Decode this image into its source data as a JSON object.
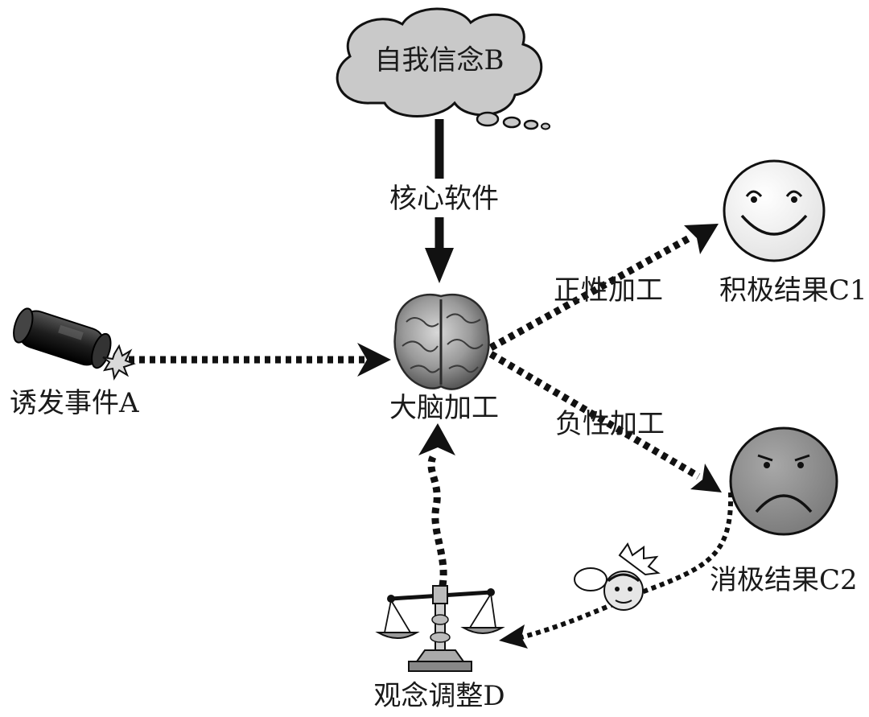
{
  "nodes": {
    "belief": {
      "label": "自我信念B"
    },
    "trigger": {
      "label": "诱发事件A"
    },
    "brain": {
      "label": "大脑加工"
    },
    "positive_result": {
      "label": "积极结果C1"
    },
    "negative_result": {
      "label": "消极结果C2"
    },
    "adjust": {
      "label": "观念调整D"
    }
  },
  "edges": {
    "core_software": {
      "label": "核心软件"
    },
    "positive_processing": {
      "label": "正性加工"
    },
    "negative_processing": {
      "label": "负性加工"
    }
  },
  "colors": {
    "ink": "#1a1a1a",
    "cloud": "#c9c9c9",
    "happy_face": "#f4f4f4",
    "sad_face": "#8f8f8f"
  },
  "icons": {
    "belief": "thought-cloud-icon",
    "trigger": "dynamite-icon",
    "brain": "brain-icon",
    "positive_result": "smiley-face-icon",
    "negative_result": "sad-face-icon",
    "adjust": "balance-scale-icon",
    "angry": "angry-head-icon"
  }
}
